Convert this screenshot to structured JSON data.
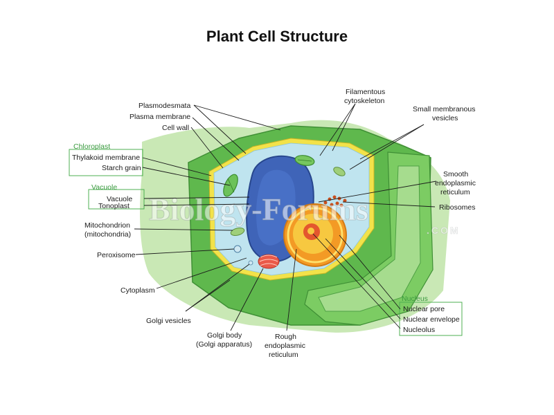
{
  "title": "Plant Cell Structure",
  "colors": {
    "cell_wall": "#55b24a",
    "cell_wall_light": "#bfe3a8",
    "cytoplasm": "#bfe4ef",
    "vacuole": "#3f64b8",
    "nucleus": "#f3a62a",
    "nucleolus": "#e4572e",
    "group_box": "#4caf50"
  },
  "labels": {
    "plasmodesmata": "Plasmodesmata",
    "plasma_membrane": "Plasma membrane",
    "cell_wall": "Cell wall",
    "thylakoid_membrane": "Thylakoid membrane",
    "starch_grain": "Starch grain",
    "vacuole": "Vacuole",
    "tonoplast": "Tonoplast",
    "mitochondrion_1": "Mitochondrion",
    "mitochondrion_2": "(mitochondria)",
    "peroxisome": "Peroxisome",
    "cytoplasm": "Cytoplasm",
    "golgi_vesicles": "Golgi vesicles",
    "golgi_body_1": "Golgi body",
    "golgi_body_2": "(Golgi apparatus)",
    "rough_er_1": "Rough",
    "rough_er_2": "endoplasmic",
    "rough_er_3": "reticulum",
    "filamentous_1": "Filamentous",
    "filamentous_2": "cytoskeleton",
    "small_vesicles_1": "Small membranous",
    "small_vesicles_2": "vesicles",
    "smooth_er_1": "Smooth",
    "smooth_er_2": "endoplasmic",
    "smooth_er_3": "reticulum",
    "ribosomes": "Ribosomes",
    "nuclear_pore": "Nuclear pore",
    "nuclear_envelope": "Nuclear envelope",
    "nucleolus": "Nucleolus"
  },
  "groups": {
    "chloroplast": "Chloroplast",
    "vacuole": "Vacuole",
    "nucleus": "Nucleus"
  },
  "watermark": {
    "main": "Biology-Forums",
    "sub": ".COM"
  }
}
